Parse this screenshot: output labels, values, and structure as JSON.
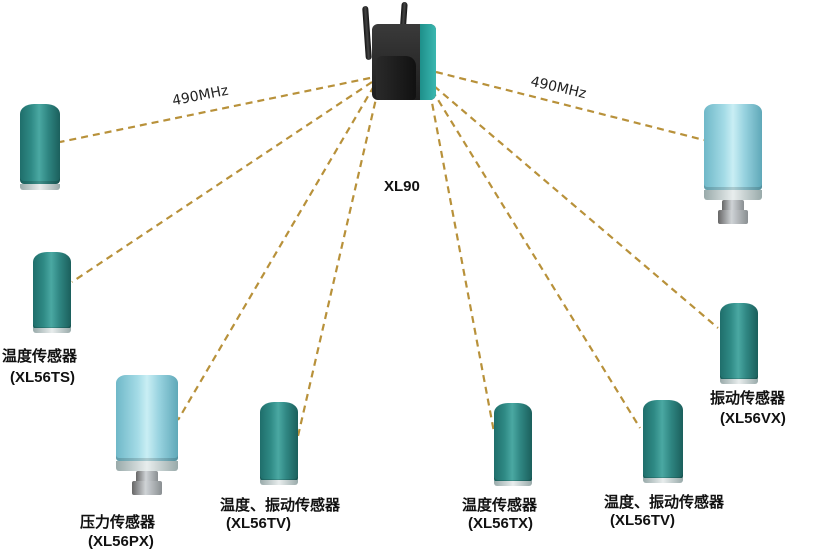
{
  "gateway": {
    "label": "XL90",
    "icon": "gateway-icon"
  },
  "frequency_labels": [
    "490MHz",
    "490MHz"
  ],
  "sensors": [
    {
      "name": "温度传感器",
      "model": "(XL56TS)"
    },
    {
      "name": "压力传感器",
      "model": "(XL56PX)"
    },
    {
      "name": "温度、振动传感器",
      "model": "(XL56TV)"
    },
    {
      "name": "温度传感器",
      "model": "(XL56TX)"
    },
    {
      "name": "温度、振动传感器",
      "model": "(XL56TV)"
    },
    {
      "name": "振动传感器",
      "model": "(XL56VX)"
    }
  ],
  "colors": {
    "link": "#b8913a",
    "sensor_teal": "#2f8a85",
    "sensor_light": "#a4dbe6",
    "gateway_accent": "#2aa39c"
  }
}
